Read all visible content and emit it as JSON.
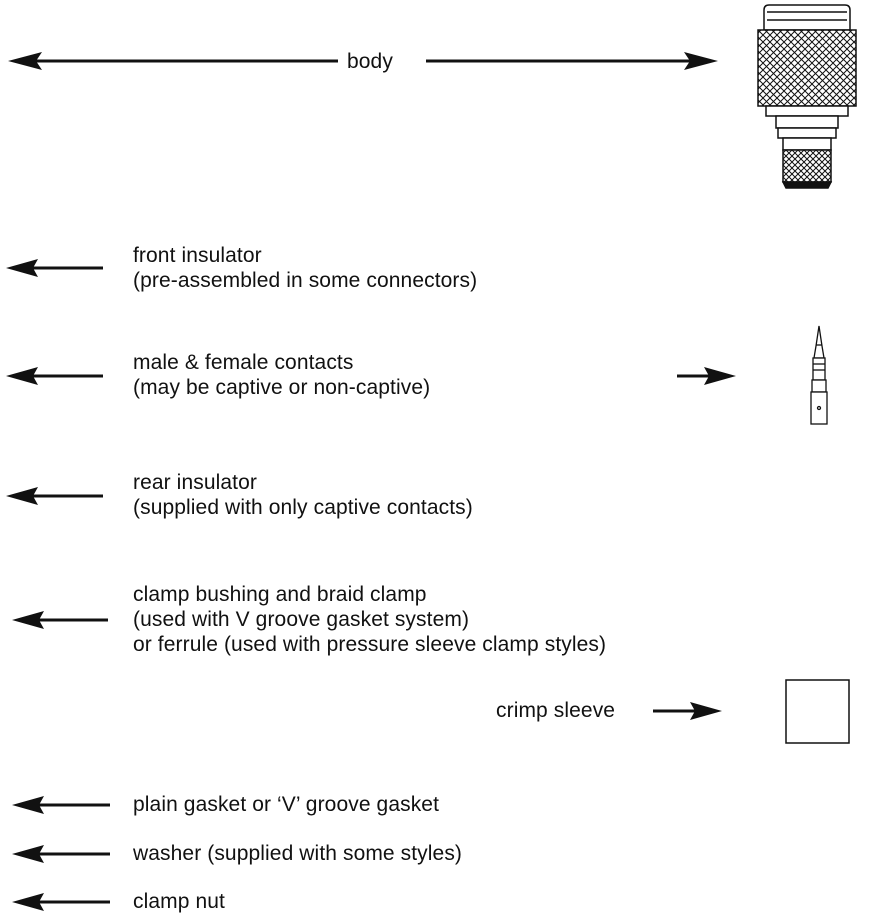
{
  "labels": {
    "body": "body",
    "front_insulator": [
      "front insulator",
      "(pre-assembled in some connectors)"
    ],
    "contacts": [
      "male & female contacts",
      "(may be captive or non-captive)"
    ],
    "rear_insulator": [
      "rear insulator",
      "(supplied with only captive contacts)"
    ],
    "clamp_bushing": [
      "clamp bushing and braid clamp",
      "(used with V groove gasket system)",
      "or ferrule (used with pressure sleeve clamp styles)"
    ],
    "crimp_sleeve": "crimp sleeve",
    "gasket": "plain gasket or ‘V’ groove gasket",
    "washer": "washer (supplied with some styles)",
    "clamp_nut": "clamp nut"
  },
  "colors": {
    "ink": "#111111",
    "paper": "#ffffff"
  },
  "icons": [
    "arrow-left-icon",
    "arrow-right-icon",
    "connector-body-icon",
    "contact-pin-icon",
    "crimp-sleeve-icon"
  ]
}
